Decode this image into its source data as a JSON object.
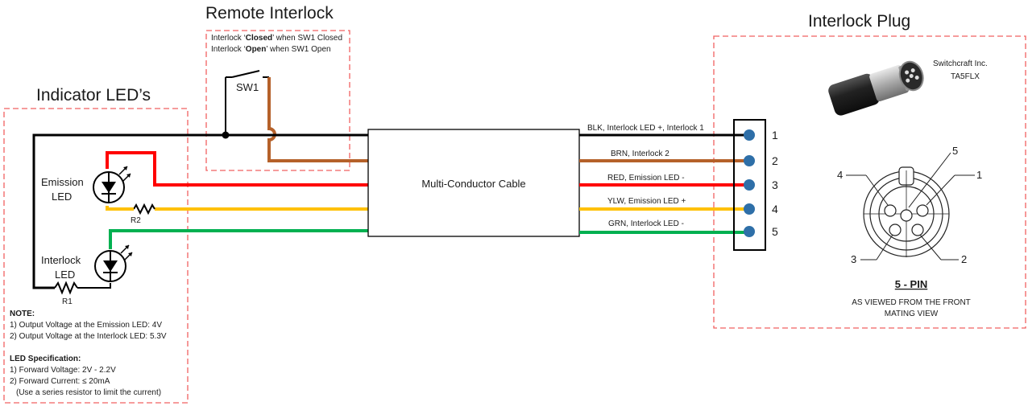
{
  "sections": {
    "remote_interlock": "Remote Interlock",
    "interlock_plug": "Interlock Plug",
    "indicator_leds": "Indicator LED’s"
  },
  "remote_notes": {
    "line1": [
      "Interlock ‘",
      "Closed",
      "’ when SW1 Closed"
    ],
    "line2": [
      "Interlock ‘",
      "Open",
      "’ when SW1 Open"
    ]
  },
  "components": {
    "sw1": "SW1",
    "emission_led": [
      "Emission",
      "LED"
    ],
    "interlock_led": [
      "Interlock",
      "LED"
    ],
    "r1": "R1",
    "r2": "R2",
    "cable": "Multi-Conductor Cable"
  },
  "wires": [
    {
      "label": "BLK, Interlock LED +, Interlock 1",
      "pin": "1",
      "color": "#000000"
    },
    {
      "label": "BRN, Interlock 2",
      "pin": "2",
      "color": "#b5612a"
    },
    {
      "label": "RED, Emission LED -",
      "pin": "3",
      "color": "#ff0000"
    },
    {
      "label": "YLW, Emission LED +",
      "pin": "4",
      "color": "#ffc000"
    },
    {
      "label": "GRN, Interlock LED -",
      "pin": "5",
      "color": "#00b050"
    }
  ],
  "connector": {
    "maker": "Switchcraft Inc.",
    "part": "TA5FLX",
    "pin_title": "5 - PIN",
    "view_line1": "AS VIEWED FROM THE FRONT",
    "view_line2": "MATING VIEW",
    "callouts": [
      "5",
      "4",
      "1",
      "3",
      "2"
    ]
  },
  "notes": {
    "heading": "NOTE:",
    "lines": [
      "1) Output Voltage at the Emission LED: 4V",
      "2) Output Voltage at the Interlock LED: 5.3V"
    ]
  },
  "led_spec": {
    "heading": "LED Specification:",
    "lines": [
      "1) Forward Voltage: 2V - 2.2V",
      "2) Forward Current: ≤ 20mA",
      "(Use a series resistor to limit the current)"
    ]
  },
  "colors": {
    "box_border": "#f06060",
    "pin_dot": "#2e6fa8"
  }
}
